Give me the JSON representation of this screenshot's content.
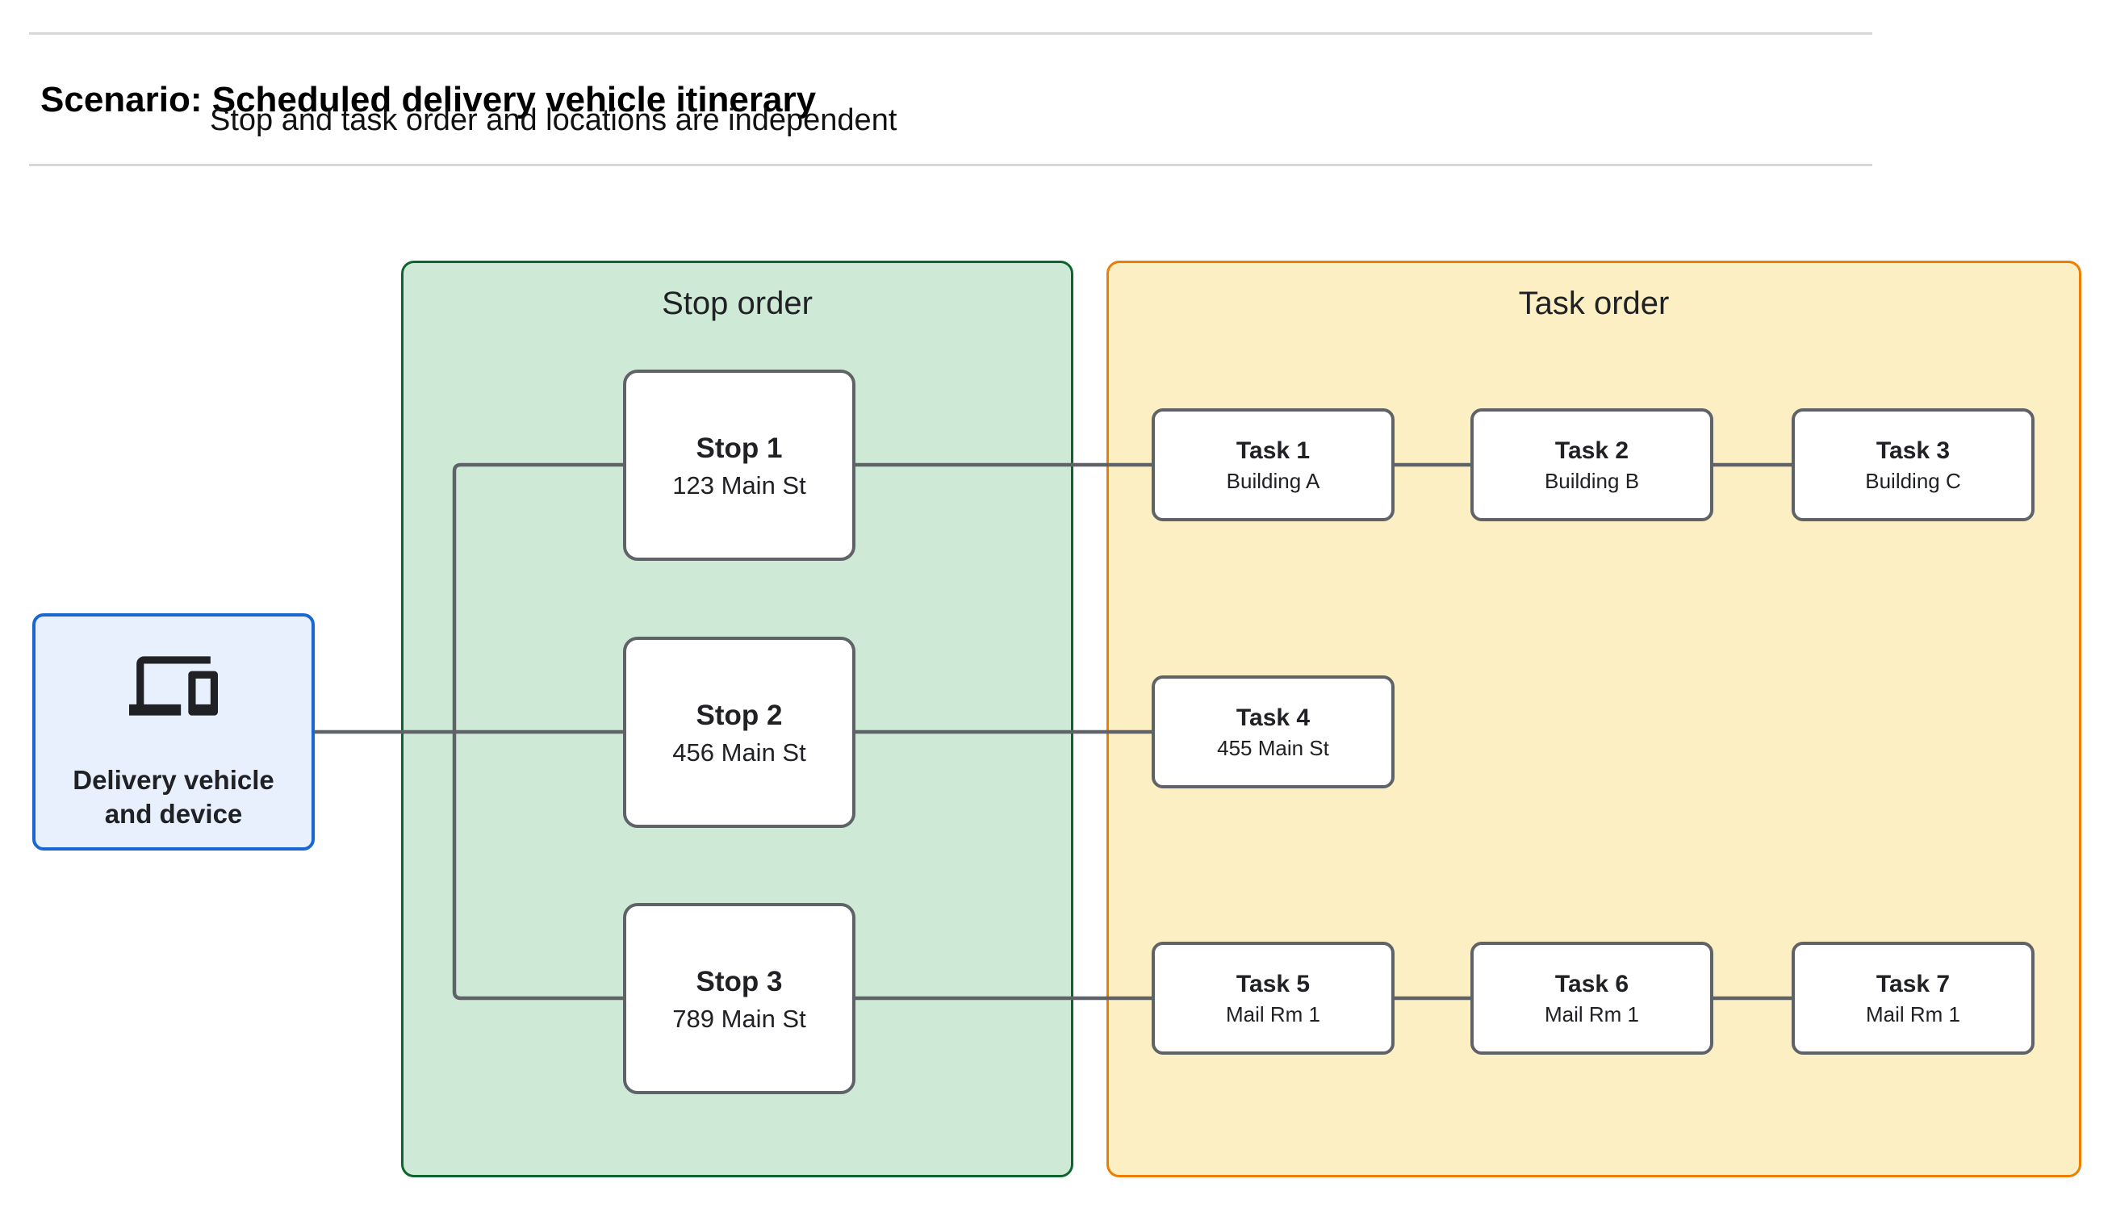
{
  "header": {
    "title": "Scenario: Scheduled delivery vehicle itinerary",
    "subtitle": "Stop and task order and locations are independent"
  },
  "vehicle": {
    "icon": "devices-icon",
    "label_lines": [
      "Delivery vehicle",
      "and device"
    ]
  },
  "panels": {
    "stop": {
      "title": "Stop order"
    },
    "task": {
      "title": "Task order"
    }
  },
  "stops": [
    {
      "name": "Stop 1",
      "location": "123 Main St"
    },
    {
      "name": "Stop 2",
      "location": "456 Main St"
    },
    {
      "name": "Stop 3",
      "location": "789 Main St"
    }
  ],
  "tasks": [
    {
      "name": "Task 1",
      "location": "Building A"
    },
    {
      "name": "Task 2",
      "location": "Building B"
    },
    {
      "name": "Task 3",
      "location": "Building C"
    },
    {
      "name": "Task 4",
      "location": "455 Main St"
    },
    {
      "name": "Task 5",
      "location": "Mail Rm 1"
    },
    {
      "name": "Task 6",
      "location": "Mail Rm 1"
    },
    {
      "name": "Task 7",
      "location": "Mail Rm 1"
    }
  ],
  "colors": {
    "stop-panel-fill": "#ceead6",
    "stop-panel-border": "#0d652d",
    "task-panel-fill": "#fcefc3",
    "task-panel-border": "#ef7d00",
    "vehicle-fill": "#e8f0fe",
    "vehicle-border": "#1967d2",
    "node-border": "#5f6368",
    "connector": "#5f6368",
    "text": "#202124",
    "divider": "#d8d8d8"
  }
}
